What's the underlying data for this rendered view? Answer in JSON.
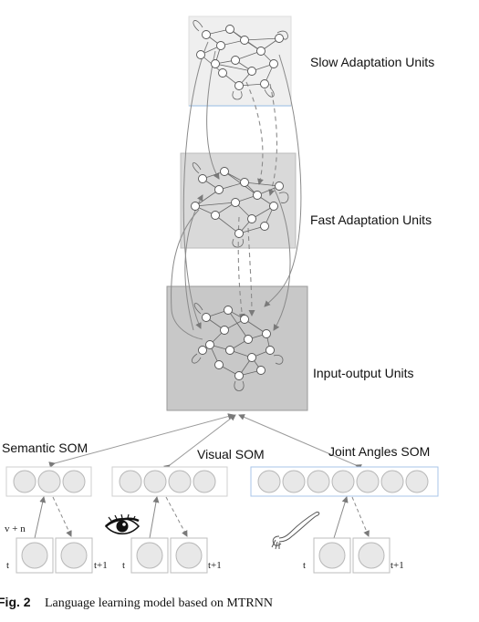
{
  "layers": {
    "slow": {
      "label": "Slow Adaptation Units"
    },
    "fast": {
      "label": "Fast Adaptation Units"
    },
    "io": {
      "label": "Input-output Units"
    }
  },
  "soms": {
    "semantic": {
      "label": "Semantic SOM",
      "units": 3
    },
    "visual": {
      "label": "Visual SOM",
      "units": 4
    },
    "joint": {
      "label": "Joint Angles SOM",
      "units": 7
    }
  },
  "inputs": {
    "semantic_extra": "v + n",
    "t_label": "t",
    "t1_label": "t+1"
  },
  "caption": {
    "fig": "Fig. 2",
    "text": "Language learning model based on MTRNN"
  },
  "colors": {
    "slow_box": "#efefef",
    "fast_box": "#d9d9d9",
    "io_box": "#c8c8c8",
    "arrow": "#8a8a8a",
    "node_stroke": "#555555"
  },
  "icons": [
    "eye-icon",
    "arm-icon"
  ]
}
